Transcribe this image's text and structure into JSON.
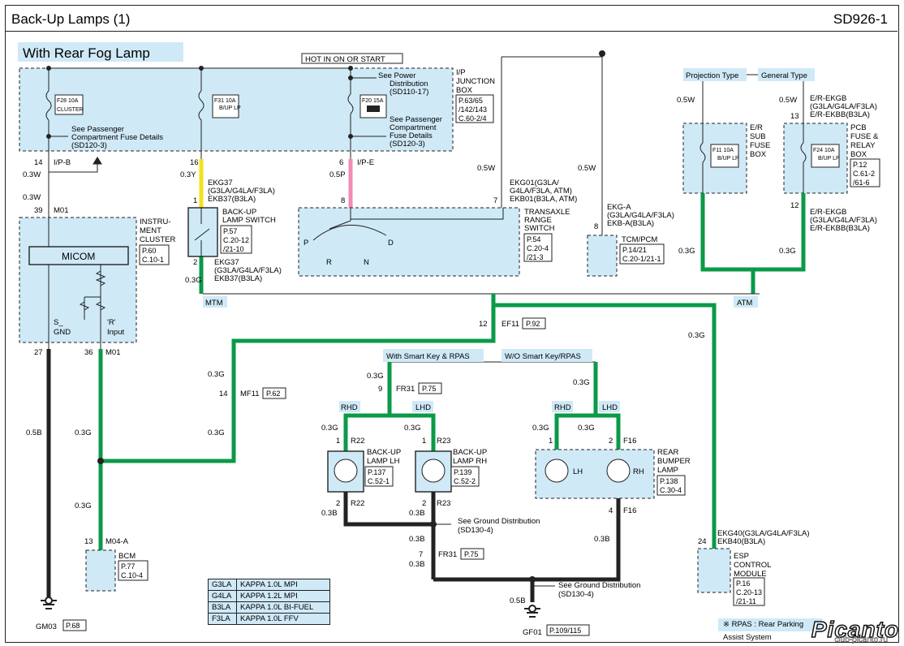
{
  "header": {
    "title": "Back-Up Lamps (1)",
    "code": "SD926-1",
    "variant": "With Rear Fog Lamp"
  },
  "power": {
    "hot_label": "HOT IN ON OR START"
  },
  "junction_box": {
    "name": [
      "I/P",
      "JUNCTION",
      "BOX"
    ],
    "ref": [
      "P.63/65",
      "/142/143",
      "C.60-2/4"
    ],
    "see_power": [
      "See Power",
      "Distribution",
      "(SD110-17)"
    ],
    "see_pass1": [
      "See Passenger",
      "Compartment Fuse Details",
      "(SD120-3)"
    ],
    "see_pass2": [
      "See Passenger",
      "Compartment",
      "Fuse Details",
      "(SD120-3)"
    ]
  },
  "fuses": {
    "f28": {
      "label": "F28 10A",
      "name": "CLUSTER"
    },
    "f31": {
      "label": "F31 10A",
      "name": "B/UP LP"
    },
    "f20": {
      "label": "F20 15A"
    },
    "f11": {
      "label": "F11 10A",
      "name": "B/UP LP"
    },
    "f24": {
      "label": "F24 10A",
      "name": "B/UP LP"
    }
  },
  "connectors": {
    "ipb": "I/P-B",
    "ipe": "I/P-E",
    "m01": "M01",
    "m01b": "M01",
    "ekg37": [
      "EKG37",
      "(G3LA/G4LA/F3LA)",
      "EKB37(B3LA)"
    ],
    "ekg37b": [
      "EKG37",
      "(G3LA/G4LA/F3LA)",
      "EKB37(B3LA)"
    ],
    "ekg01": [
      "EKG01(G3LA/",
      "G4LA/F3LA, ATM)",
      "EKB01(B3LA, ATM)"
    ],
    "ekga": [
      "EKG-A",
      "(G3LA/G4LA/F3LA)",
      "EKB-A(B3LA)"
    ],
    "ekg40": [
      "EKG40(G3LA/G4LA/F3LA)",
      "EKB40(B3LA)"
    ],
    "ef11": "EF11",
    "ef11ref": "P.92",
    "mf11": "MF11",
    "mf11ref": "P.62",
    "fr31": "FR31",
    "fr31ref": "P.75",
    "fr31b": "FR31",
    "fr31bref": "P.75",
    "m04a": "M04-A",
    "r22": "R22",
    "r22b": "R22",
    "r23": "R23",
    "r23b": "R23",
    "f16": "F16",
    "f16b": "F16",
    "mtm": "MTM",
    "atm": "ATM"
  },
  "wires": {
    "w1": "0.3W",
    "w2": "0.3W",
    "w3": "0.3Y",
    "w4": "0.5P",
    "w5": "0.5W",
    "w6": "0.5W",
    "w7": "0.5W",
    "w8": "0.5W",
    "g1": "0.3G",
    "g2": "0.3G",
    "g3": "0.3G",
    "g4": "0.3G",
    "g5": "0.3G",
    "g6": "0.3G",
    "g7": "0.3G",
    "g8": "0.3G",
    "g9": "0.3G",
    "g10": "0.3G",
    "g11": "0.3G",
    "g12": "0.3G",
    "g13": "0.3G",
    "g14": "0.3G",
    "b1": "0.5B",
    "b2": "0.3B",
    "b3": "0.3B",
    "b4": "0.3B",
    "b5": "0.3B",
    "b6": "0.3B",
    "b7": "0.5B"
  },
  "pins": {
    "p14": "14",
    "p39": "39",
    "p16": "16",
    "p1": "1",
    "p2": "2",
    "p6": "6",
    "p8": "8",
    "p7": "7",
    "p8b": "8",
    "p13": "13",
    "p12": "12",
    "p27": "27",
    "p36": "36",
    "p12b": "12",
    "p14b": "14",
    "p9": "9",
    "p1a": "1",
    "p1b": "1",
    "p2a": "2",
    "p2b": "2",
    "p1c": "1",
    "p2c": "2",
    "p4": "4",
    "p13b": "13",
    "p7b": "7",
    "p24": "24"
  },
  "components": {
    "cluster": {
      "name": [
        "INSTRU-",
        "MENT",
        "CLUSTER"
      ],
      "ref": [
        "P.60",
        "C.10-1"
      ],
      "micom": "MICOM",
      "sgnd": [
        "S_",
        "GND"
      ],
      "rinput": [
        "'R'",
        "Input"
      ]
    },
    "bu_switch": {
      "name": [
        "BACK-UP",
        "LAMP SWITCH"
      ],
      "ref": [
        "P.57",
        "C.20-12",
        "/21-10"
      ]
    },
    "trs": {
      "name": [
        "TRANSAXLE",
        "RANGE",
        "SWITCH"
      ],
      "ref": [
        "P.54",
        "C.20-4",
        "/21-3"
      ],
      "p": "P",
      "r": "R",
      "n": "N",
      "d": "D"
    },
    "tcm": {
      "name": "TCM/PCM",
      "ref": [
        "P.14/21",
        "C.20-1/21-1"
      ]
    },
    "esfb": {
      "name": [
        "E/R",
        "SUB",
        "FUSE",
        "BOX"
      ]
    },
    "pcb": {
      "name": [
        "PCB",
        "FUSE &",
        "RELAY",
        "BOX"
      ],
      "ref": [
        "P.12",
        "C.61-2",
        "/61-6"
      ],
      "ekgb": [
        "E/R-EKGB",
        "(G3LA/G4LA/F3LA)",
        "E/R-EKBB(B3LA)"
      ],
      "ekgb2": [
        "E/R-EKGB",
        "(G3LA/G4LA/F3LA)",
        "E/R-EKBB(B3LA)"
      ]
    },
    "proj": "Projection Type",
    "gen": "General Type",
    "smart": "With Smart Key & RPAS",
    "wo": "W/O Smart Key/RPAS",
    "rhd": "RHD",
    "lhd": "LHD",
    "rhd2": "RHD",
    "lhd2": "LHD",
    "lamp_lh": {
      "name": [
        "BACK-UP",
        "LAMP LH"
      ],
      "ref": [
        "P.137",
        "C.52-1"
      ]
    },
    "lamp_rh": {
      "name": [
        "BACK-UP",
        "LAMP RH"
      ],
      "ref": [
        "P.139",
        "C.52-2"
      ]
    },
    "rbl": {
      "name": [
        "REAR",
        "BUMPER",
        "LAMP"
      ],
      "ref": [
        "P.138",
        "C.30-4"
      ],
      "lh": "LH",
      "rh": "RH"
    },
    "bcm": {
      "name": "BCM",
      "ref": [
        "P.77",
        "C.10-4"
      ]
    },
    "esp": {
      "name": [
        "ESP",
        "CONTROL",
        "MODULE"
      ],
      "ref": [
        "P.16",
        "C.20-13",
        "/21-11"
      ]
    },
    "gnd1": {
      "see": [
        "See Ground Distribution",
        "(SD130-4)"
      ]
    },
    "gnd2": {
      "see": [
        "See Ground Distribution",
        "(SD130-4)"
      ]
    },
    "gm03": "GM03",
    "gm03ref": "P.68",
    "gf01": "GF01",
    "gf01ref": "P.109/115"
  },
  "legend": [
    [
      "G3LA",
      "KAPPA 1.0L MPI"
    ],
    [
      "G4LA",
      "KAPPA 1.2L MPI"
    ],
    [
      "B3LA",
      "KAPPA 1.0L BI-FUEL"
    ],
    [
      "F3LA",
      "KAPPA 1.0L FFV"
    ]
  ],
  "note": "※ RPAS : Rear Parking Assist System",
  "watermark": {
    "brand": "Picanto",
    "site": "club-picanto.ru"
  }
}
